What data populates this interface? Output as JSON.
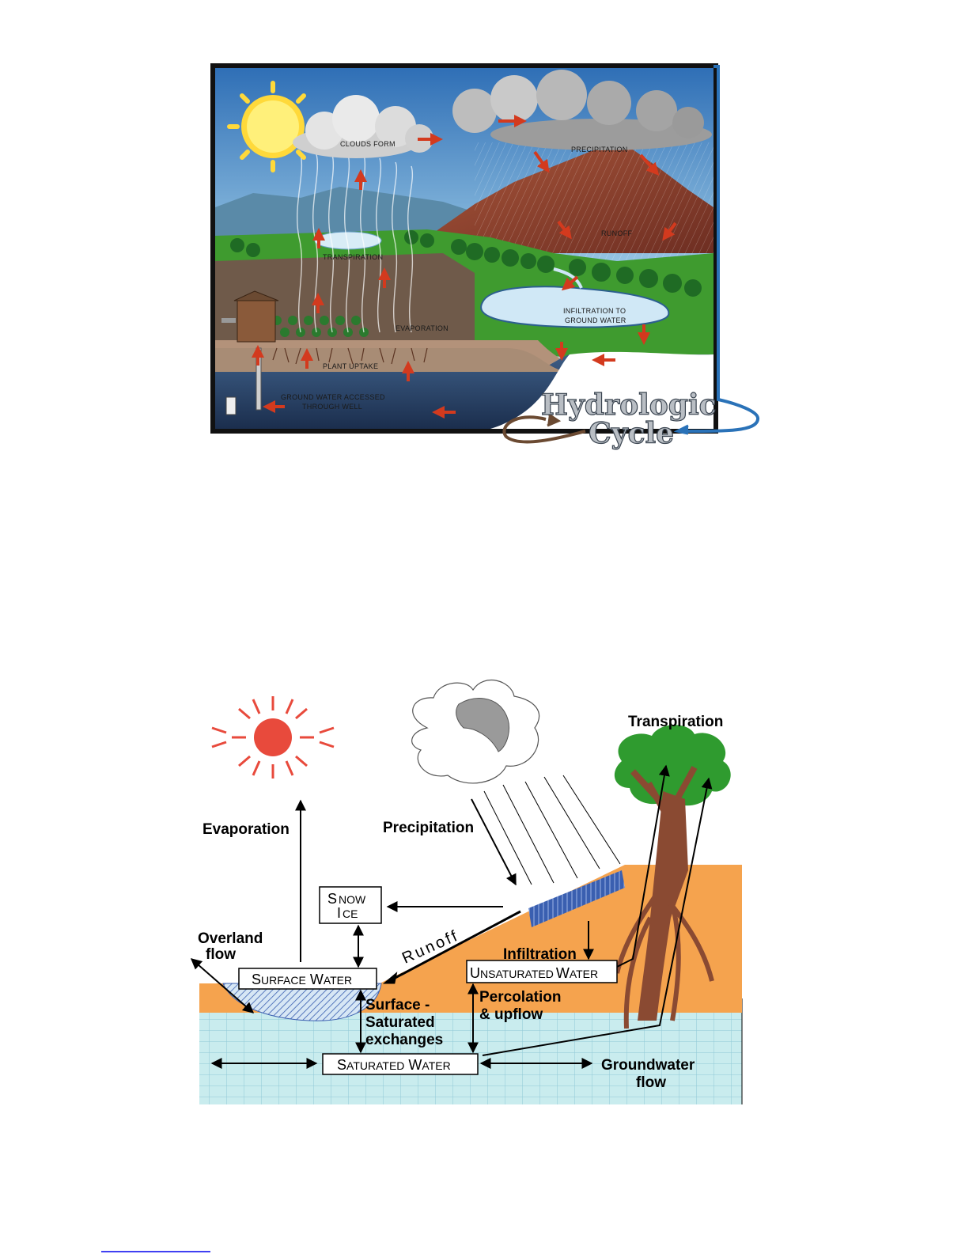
{
  "top_diagram": {
    "labels": {
      "clouds_form": "CLOUDS FORM",
      "precipitation": "PRECIPITATION",
      "runoff": "RUNOFF",
      "transpiration": "TRANSPIRATION",
      "evaporation": "EVAPORATION",
      "infiltration_1": "INFILTRATION TO",
      "infiltration_2": "GROUND WATER",
      "plant_uptake": "PLANT UPTAKE",
      "gw_well_1": "GROUND WATER ACCESSED",
      "gw_well_2": "THROUGH WELL"
    },
    "brand_1": "Hydrologic",
    "brand_2": "Cycle"
  },
  "bottom_diagram": {
    "labels": {
      "transpiration": "Transpiration",
      "evaporation": "Evaporation",
      "precipitation": "Precipitation",
      "overland_1": "Overland",
      "overland_2": "flow",
      "runoff": "Runoff",
      "infiltration": "Infiltration",
      "percolation_1": "Percolation",
      "percolation_2": "& upflow",
      "surface_sat_1": "Surface -",
      "surface_sat_2": "Saturated",
      "surface_sat_3": "exchanges",
      "groundwater_1": "Groundwater",
      "groundwater_2": "flow"
    },
    "boxes": {
      "snow_s": "S",
      "snow_rest": "NOW",
      "ice_i": "I",
      "ice_rest": "CE",
      "surface_s": "S",
      "surface_rest": "URFACE",
      "surface_w": "W",
      "surface_wrest": "ATER",
      "unsat_u": "U",
      "unsat_rest": "NSATURATED",
      "unsat_w": "W",
      "unsat_wrest": "ATER",
      "sat_s": "S",
      "sat_rest": "ATURATED",
      "sat_w": "W",
      "sat_wrest": "ATER"
    }
  }
}
